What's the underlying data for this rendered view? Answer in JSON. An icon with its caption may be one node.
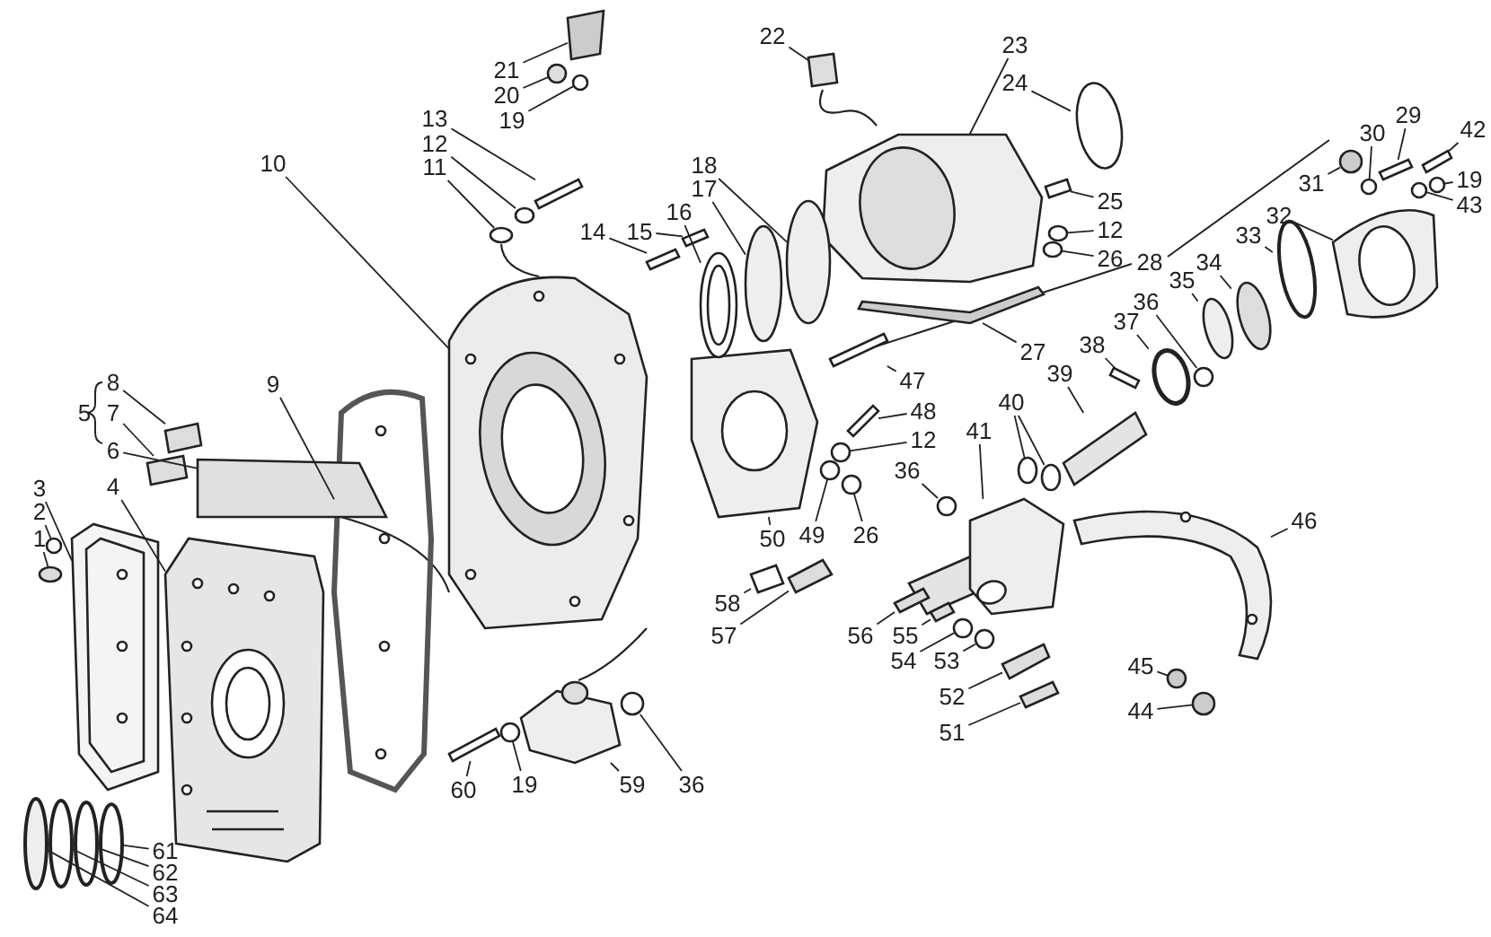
{
  "diagram": {
    "nodes": [
      {
        "text": [
          "21"
        ]
      },
      {
        "text": [
          "20"
        ]
      },
      {
        "text": [
          "19"
        ]
      },
      {
        "text": [
          "22"
        ]
      },
      {
        "text": [
          "23"
        ]
      },
      {
        "text": [
          "24"
        ]
      },
      {
        "text": [
          "13"
        ]
      },
      {
        "text": [
          "12"
        ]
      },
      {
        "text": [
          "11"
        ]
      },
      {
        "text": [
          "10"
        ]
      },
      {
        "text": [
          "29"
        ]
      },
      {
        "text": [
          "30"
        ]
      },
      {
        "text": [
          "31"
        ]
      },
      {
        "text": [
          "18"
        ]
      },
      {
        "text": [
          "17"
        ]
      },
      {
        "text": [
          "16"
        ]
      },
      {
        "text": [
          "14"
        ]
      },
      {
        "text": [
          "15"
        ]
      },
      {
        "text": [
          "42"
        ]
      },
      {
        "text": [
          "32"
        ]
      },
      {
        "text": [
          "19"
        ]
      },
      {
        "text": [
          "43"
        ]
      },
      {
        "text": [
          "25"
        ]
      },
      {
        "text": [
          "12"
        ]
      },
      {
        "text": [
          "26"
        ]
      },
      {
        "text": [
          "33"
        ]
      },
      {
        "text": [
          "34"
        ]
      },
      {
        "text": [
          "35"
        ]
      },
      {
        "text": [
          "36"
        ]
      },
      {
        "text": [
          "37"
        ]
      },
      {
        "text": [
          "27"
        ]
      },
      {
        "text": [
          "38"
        ]
      },
      {
        "text": [
          "47"
        ]
      },
      {
        "text": [
          "39"
        ]
      },
      {
        "text": [
          "9"
        ]
      },
      {
        "text": [
          "8"
        ]
      },
      {
        "text": [
          "7"
        ]
      },
      {
        "text": [
          "6"
        ]
      },
      {
        "text": [
          "40"
        ]
      },
      {
        "text": [
          "48"
        ]
      },
      {
        "text": [
          "41"
        ]
      },
      {
        "text": [
          "3"
        ]
      },
      {
        "text": [
          "12"
        ]
      },
      {
        "text": [
          "36"
        ]
      },
      {
        "text": [
          "4"
        ]
      },
      {
        "text": [
          "2"
        ]
      },
      {
        "text": [
          "49"
        ]
      },
      {
        "text": [
          "26"
        ]
      },
      {
        "text": [
          "1"
        ]
      },
      {
        "text": [
          "46"
        ]
      },
      {
        "text": [
          "50"
        ]
      },
      {
        "text": [
          "58"
        ]
      },
      {
        "text": [
          "57"
        ]
      },
      {
        "text": [
          "56"
        ]
      },
      {
        "text": [
          "55"
        ]
      },
      {
        "text": [
          "54"
        ]
      },
      {
        "text": [
          "53"
        ]
      },
      {
        "text": [
          "45"
        ]
      },
      {
        "text": [
          "52"
        ]
      },
      {
        "text": [
          "44"
        ]
      },
      {
        "text": [
          "51"
        ]
      },
      {
        "text": [
          "60"
        ]
      },
      {
        "text": [
          "19"
        ]
      },
      {
        "text": [
          "59"
        ]
      },
      {
        "text": [
          "36"
        ]
      },
      {
        "text": [
          "61"
        ]
      },
      {
        "text": [
          "62"
        ]
      },
      {
        "text": [
          "63"
        ]
      },
      {
        "text": [
          "64"
        ]
      },
      {
        "text": [],
        "shape": "box"
      },
      {
        "text": [],
        "shape": "circle"
      },
      {
        "text": [],
        "shape": "circle"
      },
      {
        "text": [],
        "shape": "box"
      },
      {
        "text": [],
        "shape": "picture"
      },
      {
        "text": [],
        "shape": "circle"
      },
      {
        "text": [],
        "shape": "box"
      },
      {
        "text": [],
        "shape": "circle"
      },
      {
        "text": [],
        "shape": "circle"
      },
      {
        "text": [],
        "shape": "picture"
      },
      {
        "text": [],
        "shape": "box"
      },
      {
        "text": [],
        "shape": "circle"
      },
      {
        "text": [],
        "shape": "circle"
      },
      {
        "text": [],
        "shape": "circle"
      },
      {
        "text": [],
        "shape": "circle"
      },
      {
        "text": [],
        "shape": "circle"
      },
      {
        "text": [],
        "shape": "box"
      },
      {
        "text": [],
        "shape": "box"
      },
      {
        "text": [],
        "shape": "box"
      },
      {
        "text": [],
        "shape": "picture"
      },
      {
        "text": [],
        "shape": "circle"
      },
      {
        "text": [],
        "shape": "circle"
      },
      {
        "text": [],
        "shape": "box"
      },
      {
        "text": [],
        "shape": "circle"
      },
      {
        "text": [],
        "shape": "circle"
      },
      {
        "text": [],
        "shape": "circle"
      },
      {
        "text": [],
        "shape": "circle"
      },
      {
        "text": [],
        "shape": "circle"
      },
      {
        "text": [],
        "shape": "circle"
      },
      {
        "text": [],
        "shape": "circle"
      },
      {
        "text": [],
        "shape": "box"
      },
      {
        "text": [],
        "shape": "box"
      },
      {
        "text": [],
        "shape": "box"
      },
      {
        "text": [],
        "shape": "box"
      },
      {
        "text": [],
        "shape": "picture"
      },
      {
        "text": [],
        "shape": "box"
      },
      {
        "text": [],
        "shape": "box"
      },
      {
        "text": [],
        "shape": "box"
      },
      {
        "text": [],
        "shape": "circle"
      },
      {
        "text": [],
        "shape": "circle"
      },
      {
        "text": [],
        "shape": "box"
      },
      {
        "text": [],
        "shape": "picture"
      },
      {
        "text": [],
        "shape": "picture"
      },
      {
        "text": [],
        "shape": "circle"
      },
      {
        "text": [],
        "shape": "circle"
      },
      {
        "text": [],
        "shape": "picture"
      },
      {
        "text": [],
        "shape": "circle"
      },
      {
        "text": [],
        "shape": "circle"
      },
      {
        "text": [],
        "shape": "circle"
      },
      {
        "text": [],
        "shape": "circle"
      },
      {
        "text": [],
        "shape": "picture"
      },
      {
        "text": [],
        "shape": "picture"
      },
      {
        "text": [],
        "shape": "box"
      },
      {
        "text": [],
        "shape": "box"
      },
      {
        "text": [],
        "shape": "box"
      },
      {
        "text": [],
        "shape": "box"
      },
      {
        "text": [],
        "shape": "circle"
      },
      {
        "text": [],
        "shape": "circle"
      },
      {
        "text": [],
        "shape": "circle"
      },
      {
        "text": [],
        "shape": "box"
      },
      {
        "text": [],
        "shape": "circle"
      },
      {
        "text": [],
        "shape": "box"
      },
      {
        "text": [],
        "shape": "box"
      },
      {
        "text": [],
        "shape": "circle"
      },
      {
        "text": [],
        "shape": "picture"
      },
      {
        "text": [],
        "shape": "circle"
      },
      {
        "text": [],
        "shape": "circle"
      },
      {
        "text": [],
        "shape": "circle"
      },
      {
        "text": [],
        "shape": "circle"
      },
      {
        "text": [],
        "shape": "circle"
      }
    ],
    "edges": [
      {
        "from": 0,
        "to": 69,
        "arrow": "none"
      },
      {
        "from": 1,
        "to": 70,
        "arrow": "none"
      },
      {
        "from": 2,
        "to": 71,
        "arrow": "none"
      },
      {
        "from": 3,
        "to": 72,
        "arrow": "none"
      },
      {
        "from": 4,
        "to": 73,
        "arrow": "none"
      },
      {
        "from": 5,
        "to": 74,
        "arrow": "none"
      },
      {
        "from": 6,
        "to": 75,
        "arrow": "none"
      },
      {
        "from": 7,
        "to": 76,
        "arrow": "none"
      },
      {
        "from": 8,
        "to": 77,
        "arrow": "none"
      },
      {
        "from": 9,
        "to": 78,
        "arrow": "none"
      },
      {
        "from": 10,
        "to": 79,
        "arrow": "none"
      },
      {
        "from": 11,
        "to": 80,
        "arrow": "none"
      },
      {
        "from": 12,
        "to": 81,
        "arrow": "none"
      },
      {
        "from": 13,
        "to": 82,
        "arrow": "none"
      },
      {
        "from": 14,
        "to": 83,
        "arrow": "none"
      },
      {
        "from": 15,
        "to": 84,
        "arrow": "none"
      },
      {
        "from": 16,
        "to": 85,
        "arrow": "none"
      },
      {
        "from": 17,
        "to": 86,
        "arrow": "none"
      },
      {
        "from": 18,
        "to": 87,
        "arrow": "none"
      },
      {
        "from": 19,
        "to": 88,
        "arrow": "none"
      },
      {
        "from": 20,
        "to": 89,
        "arrow": "none"
      },
      {
        "from": 21,
        "to": 90,
        "arrow": "none"
      },
      {
        "from": 22,
        "to": 91,
        "arrow": "none"
      },
      {
        "from": 23,
        "to": 92,
        "arrow": "none"
      },
      {
        "from": 24,
        "to": 93,
        "arrow": "none"
      },
      {
        "from": 25,
        "to": 94,
        "arrow": "none"
      },
      {
        "from": 26,
        "to": 95,
        "arrow": "none"
      },
      {
        "from": 27,
        "to": 96,
        "arrow": "none"
      },
      {
        "from": 28,
        "to": 97,
        "arrow": "none"
      },
      {
        "from": 29,
        "to": 98,
        "arrow": "none"
      },
      {
        "from": 30,
        "to": 99,
        "arrow": "none"
      },
      {
        "from": 31,
        "to": 100,
        "arrow": "none"
      },
      {
        "from": 32,
        "to": 101,
        "arrow": "none"
      },
      {
        "from": 33,
        "to": 102,
        "arrow": "none"
      },
      {
        "from": 34,
        "to": 103,
        "arrow": "none"
      },
      {
        "from": 35,
        "to": 104,
        "arrow": "none"
      },
      {
        "from": 36,
        "to": 105,
        "arrow": "none"
      },
      {
        "from": 37,
        "to": 106,
        "arrow": "none"
      },
      {
        "from": 38,
        "to": 107,
        "arrow": "none"
      },
      {
        "from": 38,
        "to": 108,
        "arrow": "none"
      },
      {
        "from": 39,
        "to": 109,
        "arrow": "none"
      },
      {
        "from": 40,
        "to": 110,
        "arrow": "none"
      },
      {
        "from": 41,
        "to": 111,
        "arrow": "none"
      },
      {
        "from": 42,
        "to": 112,
        "arrow": "none"
      },
      {
        "from": 43,
        "to": 113,
        "arrow": "none"
      },
      {
        "from": 44,
        "to": 114,
        "arrow": "none"
      },
      {
        "from": 45,
        "to": 115,
        "arrow": "none"
      },
      {
        "from": 46,
        "to": 116,
        "arrow": "none"
      },
      {
        "from": 47,
        "to": 117,
        "arrow": "none"
      },
      {
        "from": 48,
        "to": 118,
        "arrow": "none"
      },
      {
        "from": 49,
        "to": 119,
        "arrow": "none"
      },
      {
        "from": 50,
        "to": 120,
        "arrow": "none"
      },
      {
        "from": 51,
        "to": 121,
        "arrow": "none"
      },
      {
        "from": 52,
        "to": 122,
        "arrow": "none"
      },
      {
        "from": 53,
        "to": 123,
        "arrow": "none"
      },
      {
        "from": 54,
        "to": 124,
        "arrow": "none"
      },
      {
        "from": 55,
        "to": 125,
        "arrow": "none"
      },
      {
        "from": 56,
        "to": 126,
        "arrow": "none"
      },
      {
        "from": 57,
        "to": 127,
        "arrow": "none"
      },
      {
        "from": 58,
        "to": 128,
        "arrow": "none"
      },
      {
        "from": 59,
        "to": 129,
        "arrow": "none"
      },
      {
        "from": 60,
        "to": 130,
        "arrow": "none"
      },
      {
        "from": 61,
        "to": 131,
        "arrow": "none"
      },
      {
        "from": 62,
        "to": 132,
        "arrow": "none"
      },
      {
        "from": 63,
        "to": 133,
        "arrow": "none"
      },
      {
        "from": 64,
        "to": 134,
        "arrow": "none"
      },
      {
        "from": 65,
        "to": 135,
        "arrow": "none"
      },
      {
        "from": 66,
        "to": 136,
        "arrow": "none"
      },
      {
        "from": 67,
        "to": 137,
        "arrow": "none"
      },
      {
        "from": 68,
        "to": 138,
        "arrow": "none"
      }
    ],
    "labels": [
      "5",
      "28"
    ]
  }
}
